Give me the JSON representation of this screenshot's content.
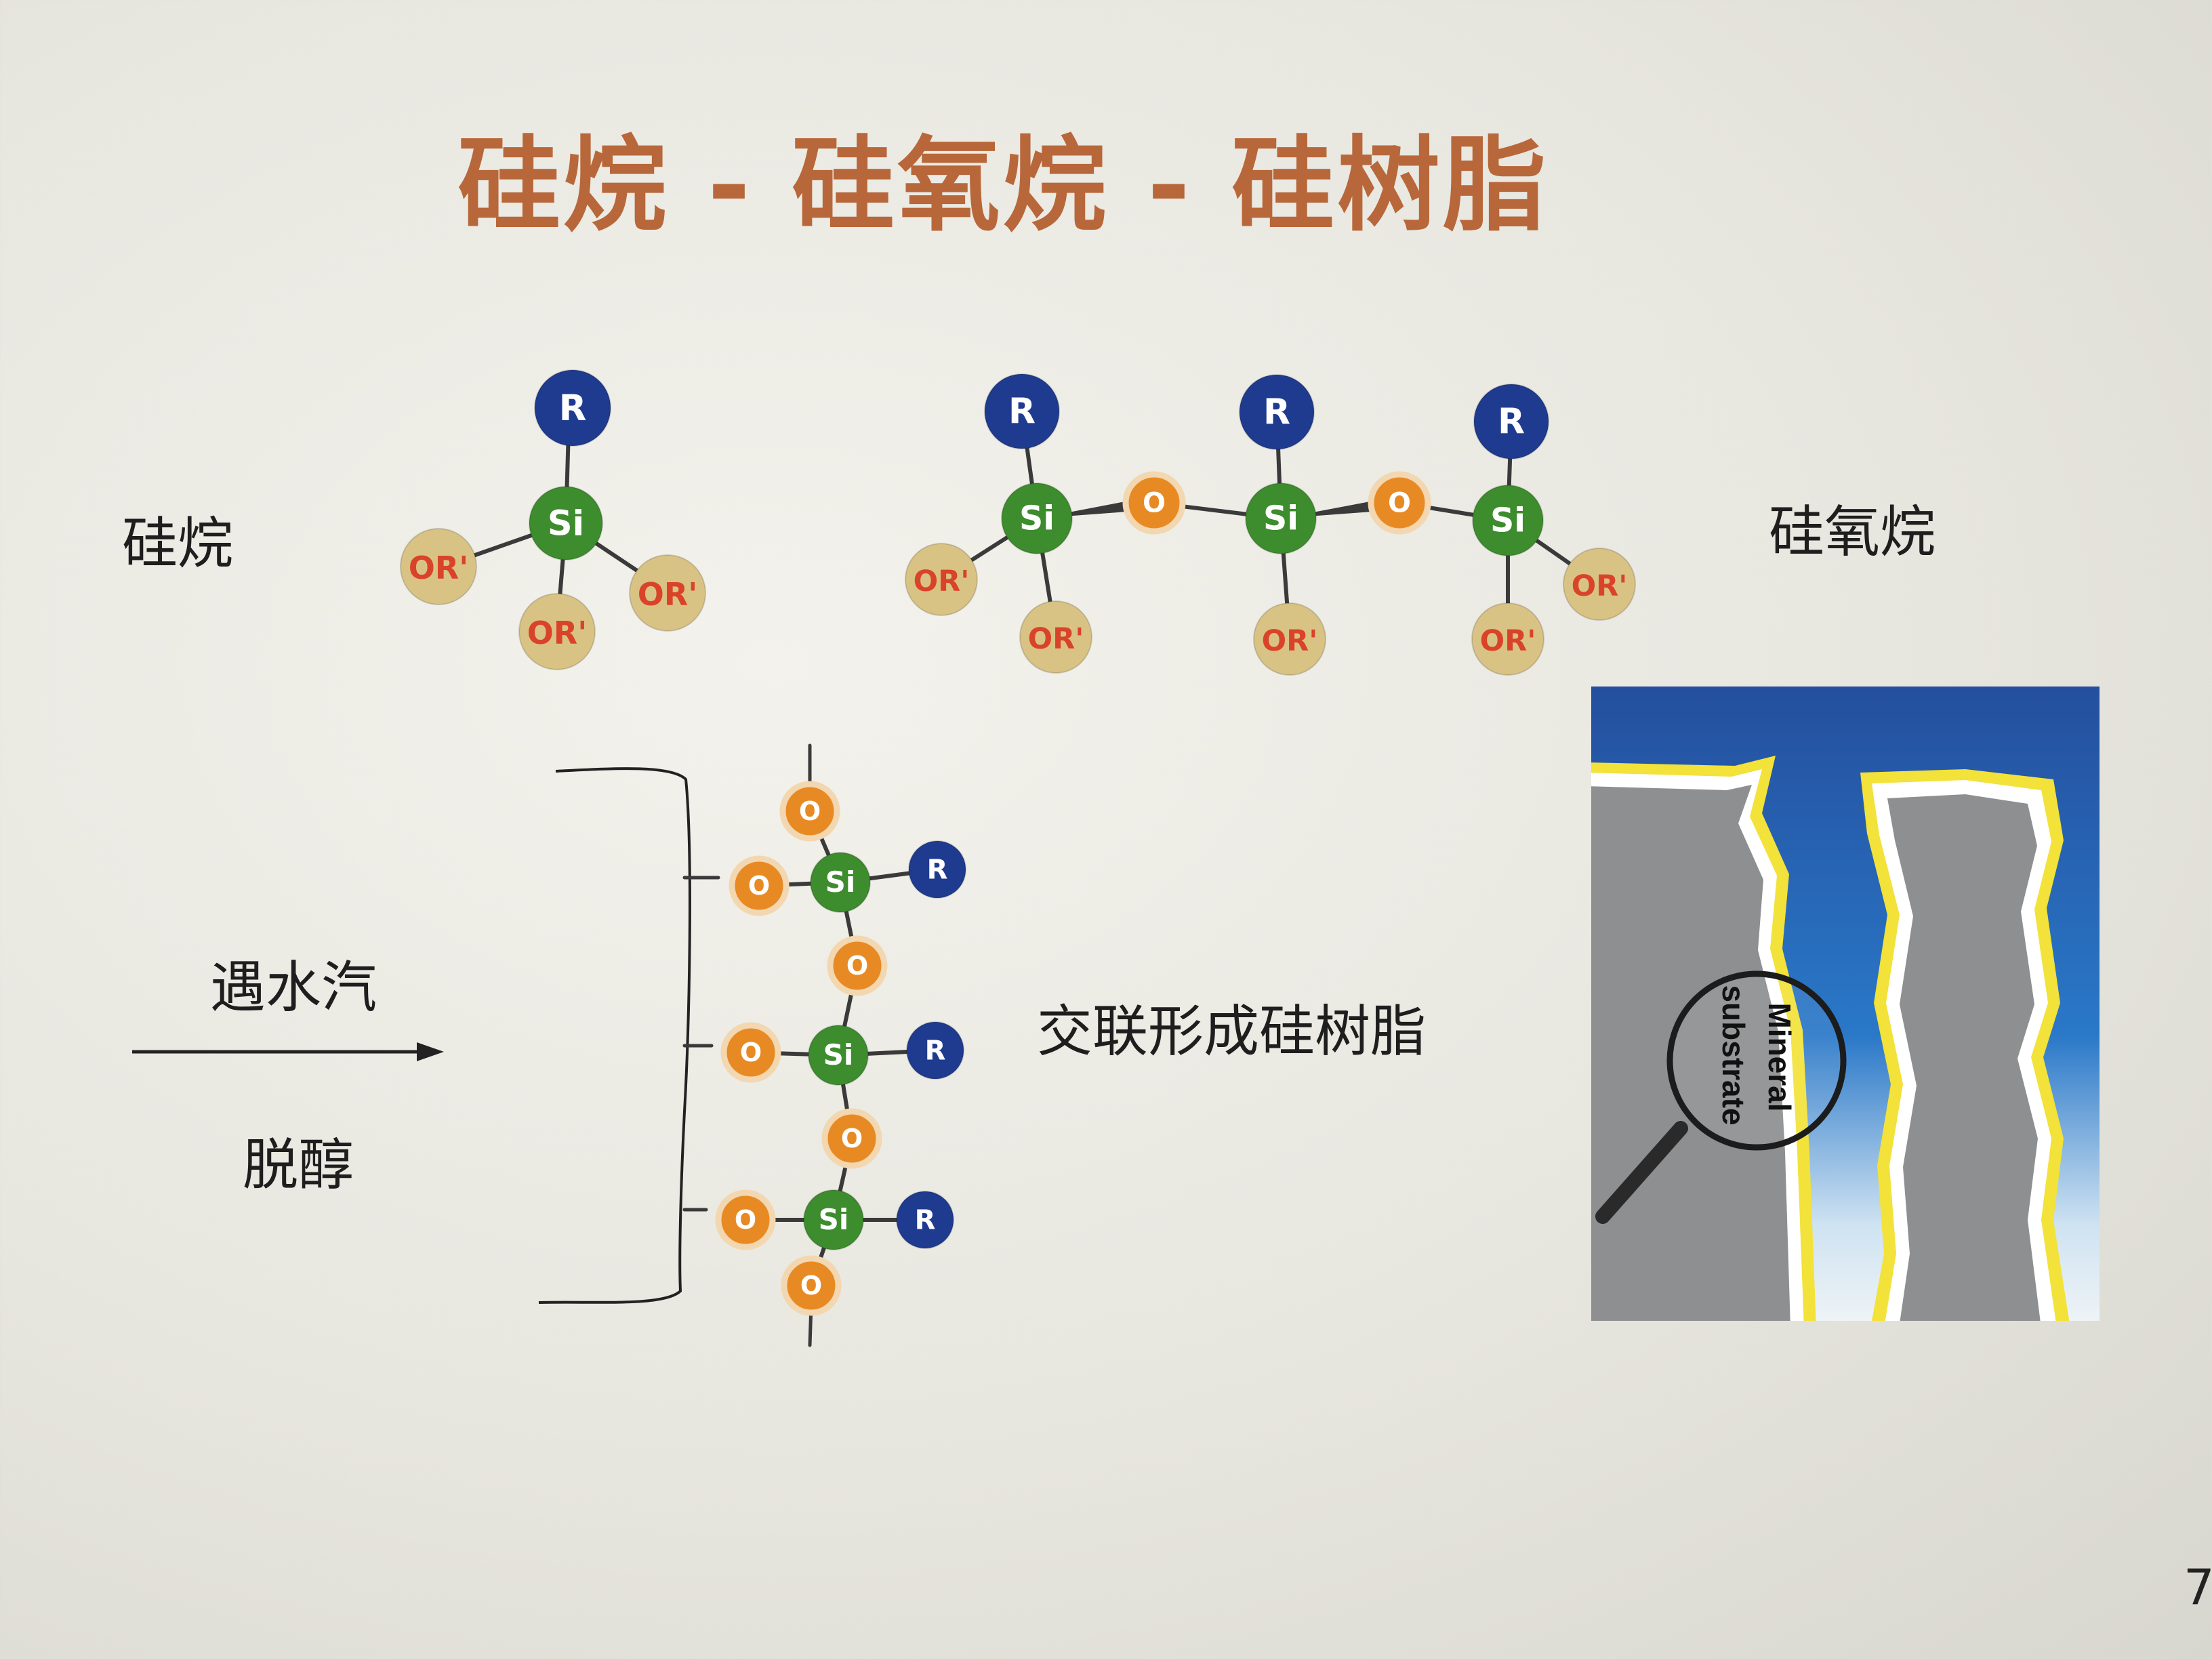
{
  "slide": {
    "title": "硅烷 - 硅氧烷 - 硅树脂",
    "page_number": "7"
  },
  "labels": {
    "silane": "硅烷",
    "siloxane": "硅氧烷",
    "water_vapor": "遇水汽",
    "dealcoholization": "脱醇",
    "crosslink": "交联形成硅树脂"
  },
  "atoms": {
    "silicon": "Si",
    "organic_group": "R",
    "alkoxy_group": "OR'",
    "oxygen": "O"
  },
  "substrate_figure": {
    "magnifier_label_line1": "Mineral",
    "magnifier_label_line2": "substrate"
  },
  "colors": {
    "title": "#b8673a",
    "silicon": "#3d8c2d",
    "organic_group": "#1f3b8f",
    "alkoxy_group": "#d9c384",
    "alkoxy_text": "#d9432a",
    "oxygen": "#e88a24",
    "substrate_grey": "#8d8f91",
    "sky_blue": "#2a6fc0",
    "coating_yellow": "#f2e23a"
  }
}
